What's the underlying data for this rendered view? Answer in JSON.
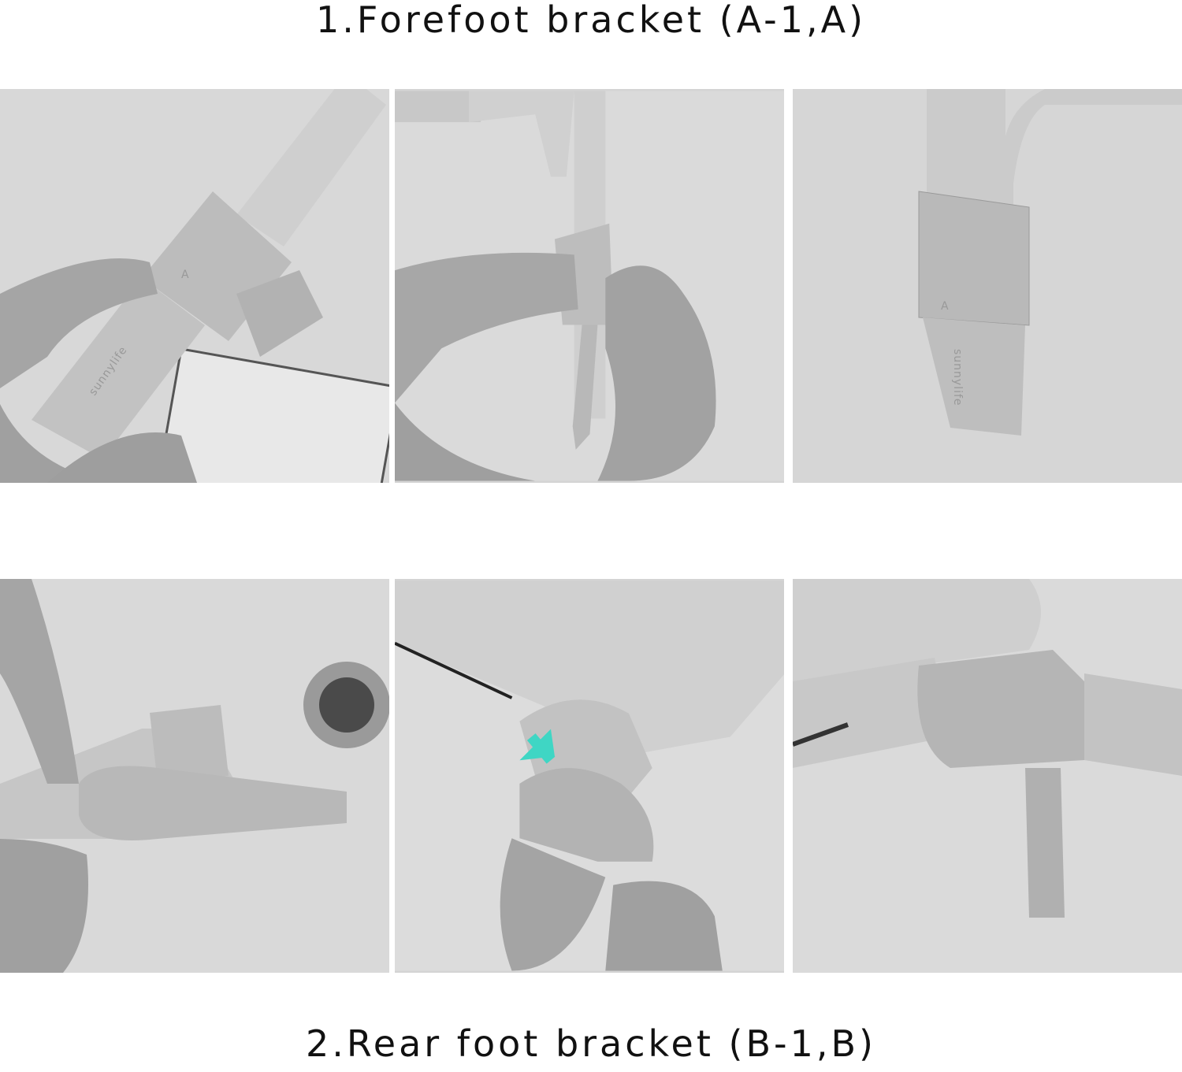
{
  "headings": {
    "forefoot": "1.Forefoot bracket (A-1,A)",
    "rear": "2.Rear foot bracket (B-1,B)"
  },
  "product_marks": {
    "brand": "sunnylife",
    "part_label_a": "A"
  },
  "colors": {
    "background": "#ffffff",
    "panel": "#d4d4d4",
    "part": "#bdbdbd",
    "hand": "#a8a8a8",
    "arrow": "#3fd6c4"
  }
}
